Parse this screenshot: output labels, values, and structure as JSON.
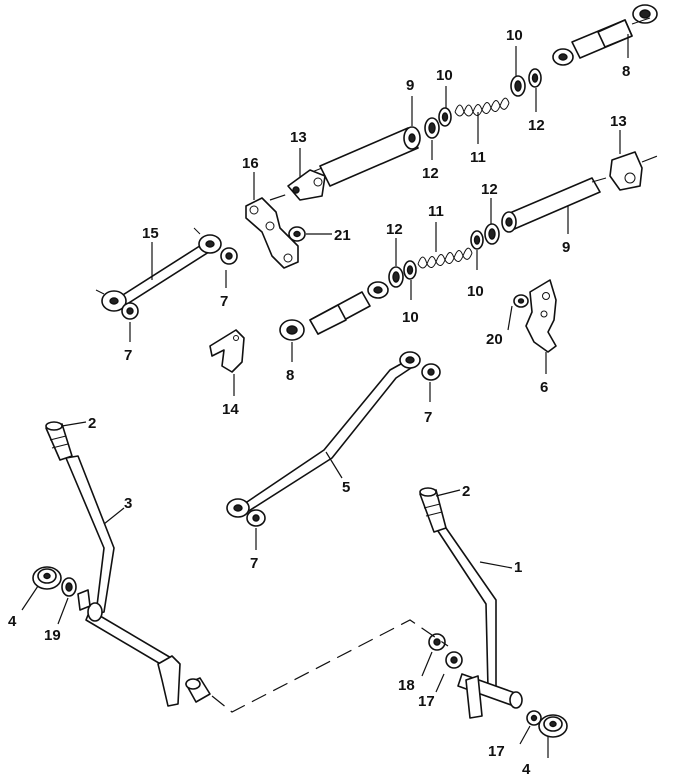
{
  "callouts": {
    "c1": "1",
    "c2a": "2",
    "c2b": "2",
    "c3": "3",
    "c4a": "4",
    "c4b": "4",
    "c5": "5",
    "c6": "6",
    "c7a": "7",
    "c7b": "7",
    "c7c": "7",
    "c7d": "7",
    "c8a": "8",
    "c8b": "8",
    "c9a": "9",
    "c9b": "9",
    "c10a": "10",
    "c10b": "10",
    "c10c": "10",
    "c10d": "10",
    "c11a": "11",
    "c11b": "11",
    "c12a": "12",
    "c12b": "12",
    "c12c": "12",
    "c12d": "12",
    "c13a": "13",
    "c13b": "13",
    "c14": "14",
    "c15": "15",
    "c16": "16",
    "c17a": "17",
    "c17b": "17",
    "c18": "18",
    "c19": "19",
    "c20": "20",
    "c21": "21"
  }
}
